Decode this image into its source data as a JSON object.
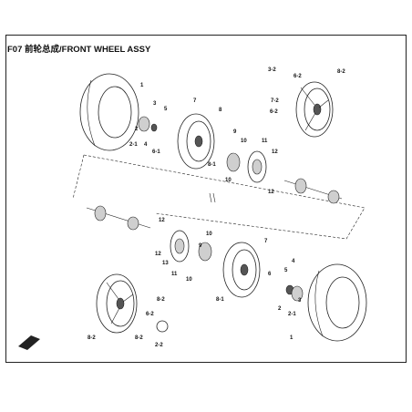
{
  "page": {
    "title": "F07 前轮总成/FRONT WHEEL ASSY"
  },
  "callouts": {
    "c1a": "1",
    "c2a": "2",
    "c2_1a": "2-1",
    "c3a": "3",
    "c4a": "4",
    "c5a": "5",
    "c6_1a": "6-1",
    "c7a": "7",
    "c8a": "8",
    "c8_1a": "8-1",
    "c9a": "9",
    "c10a": "10",
    "c11a": "11",
    "c12a": "12",
    "c10b": "10",
    "c12b": "12",
    "c3_2": "3-2",
    "c6_2a": "6-2",
    "c6_2b": "6-2",
    "c7_2": "7-2",
    "c8_2a": "8-2",
    "c8_2b": "8-2",
    "c8_2c": "8-2",
    "c8_2d": "8-2",
    "c6_2c": "6-2",
    "c2_2": "2-2",
    "c12c": "12",
    "c12d": "12",
    "c13": "13",
    "c11b": "11",
    "c10c": "10",
    "c9b": "9",
    "c10d": "10",
    "c7b": "7",
    "c6b": "6",
    "c8_1b": "8-1",
    "c4b": "4",
    "c3b": "3",
    "c5b": "5",
    "c2b": "2",
    "c2_1b": "2-1",
    "c1b": "1"
  },
  "icons": {
    "arrow": "front-direction-arrow-icon"
  }
}
